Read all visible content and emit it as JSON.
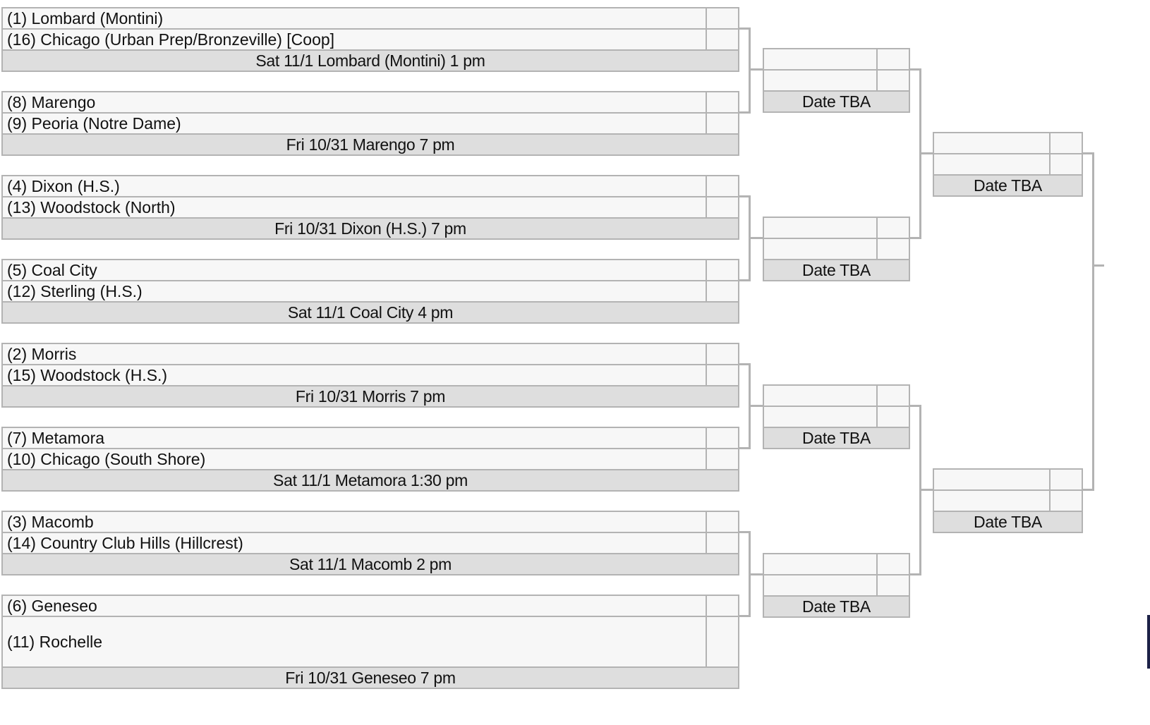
{
  "round1": [
    {
      "team1": {
        "seed": 1,
        "label": "(1) Lombard (Montini)",
        "score": ""
      },
      "team2": {
        "seed": 16,
        "label": "(16) Chicago (Urban Prep/Bronzeville) [Coop]",
        "score": ""
      },
      "info": "Sat 11/1 Lombard (Montini) 1 pm"
    },
    {
      "team1": {
        "seed": 8,
        "label": "(8) Marengo",
        "score": ""
      },
      "team2": {
        "seed": 9,
        "label": "(9) Peoria (Notre Dame)",
        "score": ""
      },
      "info": "Fri 10/31 Marengo 7 pm"
    },
    {
      "team1": {
        "seed": 4,
        "label": "(4) Dixon (H.S.)",
        "score": ""
      },
      "team2": {
        "seed": 13,
        "label": "(13) Woodstock (North)",
        "score": ""
      },
      "info": "Fri 10/31 Dixon (H.S.) 7 pm"
    },
    {
      "team1": {
        "seed": 5,
        "label": "(5) Coal City",
        "score": ""
      },
      "team2": {
        "seed": 12,
        "label": "(12) Sterling (H.S.)",
        "score": ""
      },
      "info": "Sat 11/1 Coal City 4 pm"
    },
    {
      "team1": {
        "seed": 2,
        "label": "(2) Morris",
        "score": ""
      },
      "team2": {
        "seed": 15,
        "label": "(15) Woodstock (H.S.)",
        "score": ""
      },
      "info": "Fri 10/31 Morris 7 pm"
    },
    {
      "team1": {
        "seed": 7,
        "label": "(7) Metamora",
        "score": ""
      },
      "team2": {
        "seed": 10,
        "label": "(10) Chicago (South Shore)",
        "score": ""
      },
      "info": "Sat 11/1 Metamora 1:30 pm"
    },
    {
      "team1": {
        "seed": 3,
        "label": "(3) Macomb",
        "score": ""
      },
      "team2": {
        "seed": 14,
        "label": "(14) Country Club Hills (Hillcrest)",
        "score": ""
      },
      "info": "Sat 11/1 Macomb 2 pm"
    },
    {
      "team1": {
        "seed": 6,
        "label": "(6) Geneseo",
        "score": ""
      },
      "team2": {
        "seed": 11,
        "label": "(11) Rochelle",
        "score": ""
      },
      "info": "Fri 10/31 Geneseo 7 pm"
    }
  ],
  "round2": [
    {
      "team1": {
        "label": "",
        "score": ""
      },
      "team2": {
        "label": "",
        "score": ""
      },
      "info": "Date TBA"
    },
    {
      "team1": {
        "label": "",
        "score": ""
      },
      "team2": {
        "label": "",
        "score": ""
      },
      "info": "Date TBA"
    },
    {
      "team1": {
        "label": "",
        "score": ""
      },
      "team2": {
        "label": "",
        "score": ""
      },
      "info": "Date TBA"
    },
    {
      "team1": {
        "label": "",
        "score": ""
      },
      "team2": {
        "label": "",
        "score": ""
      },
      "info": "Date TBA"
    }
  ],
  "round3": [
    {
      "team1": {
        "label": "",
        "score": ""
      },
      "team2": {
        "label": "",
        "score": ""
      },
      "info": "Date TBA"
    },
    {
      "team1": {
        "label": "",
        "score": ""
      },
      "team2": {
        "label": "",
        "score": ""
      },
      "info": "Date TBA"
    }
  ],
  "colors": {
    "border": "#b3b3b3",
    "cell_background": "#f7f7f7",
    "info_background": "#dedede",
    "text": "#111111",
    "edge_mark": "#1c2147"
  }
}
